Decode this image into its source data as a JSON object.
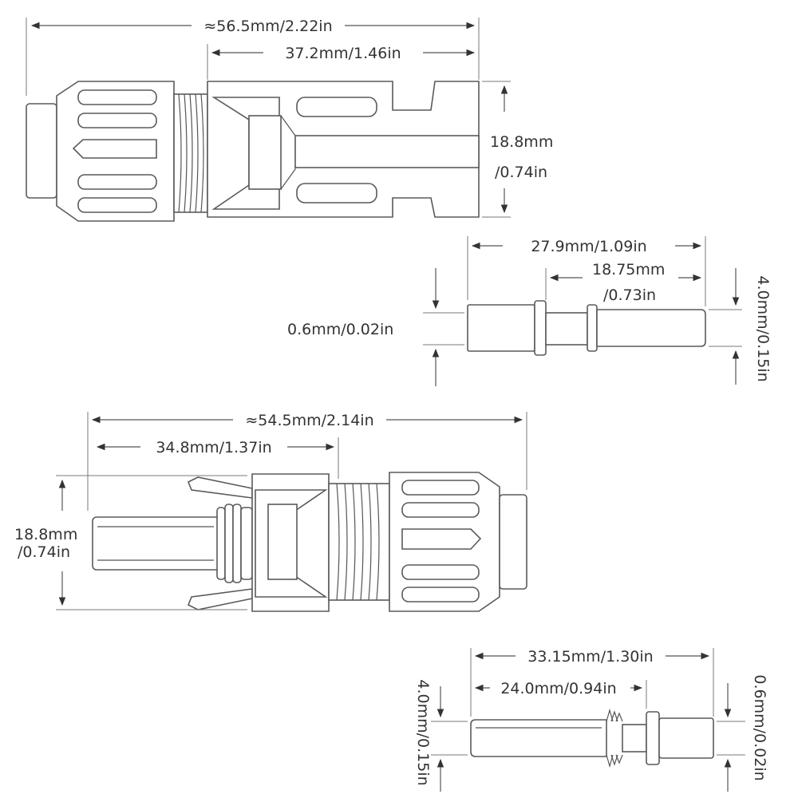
{
  "diagram": {
    "colors": {
      "stroke": "#5a5a5a",
      "text": "#333333",
      "background": "#ffffff"
    },
    "dimensions": {
      "male_overall": "≈56.5mm/2.22in",
      "male_body": "37.2mm/1.46in",
      "male_height_mm": "18.8mm",
      "male_height_in": "/0.74in",
      "male_pin_length": "27.9mm/1.09in",
      "male_pin_tip_mm": "18.75mm",
      "male_pin_tip_in": "/0.73in",
      "male_pin_wall": "0.6mm/0.02in",
      "male_pin_diameter": "4.0mm/0.15in",
      "female_overall": "≈54.5mm/2.14in",
      "female_body": "34.8mm/1.37in",
      "female_height_mm": "18.8mm",
      "female_height_in": "/0.74in",
      "female_pin_length": "33.15mm/1.30in",
      "female_pin_socket": "24.0mm/0.94in",
      "female_pin_diameter": "4.0mm/0.15in",
      "female_pin_wall": "0.6mm/0.02in"
    }
  }
}
